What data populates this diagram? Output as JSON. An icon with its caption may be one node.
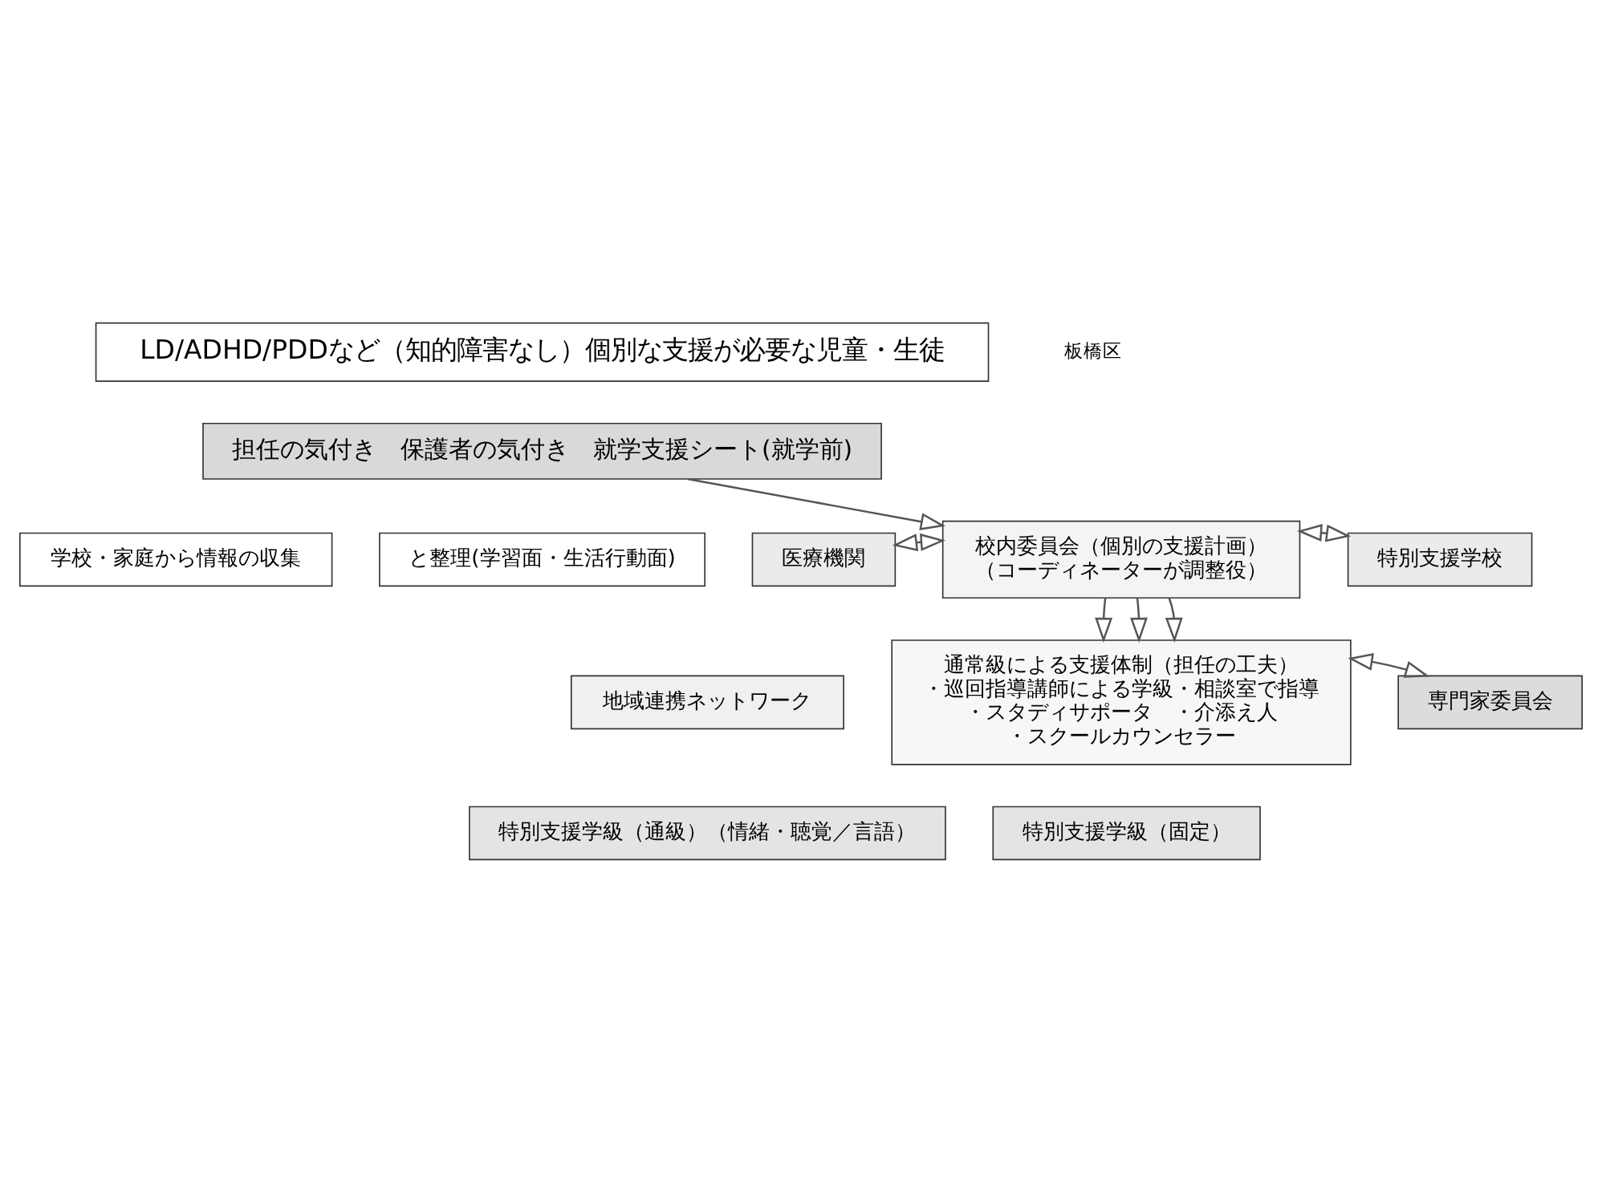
{
  "diagram": {
    "nodes": [
      {
        "text": [
          "LD/ADHD/PDDなど（知的障害なし）個別な支援が必要な児童・生徒"
        ],
        "beside": [
          "板橋区"
        ]
      },
      {
        "text": [
          "担任の気付き　保護者の気付き　就学支援シート(就学前)"
        ]
      },
      {
        "text": [
          "学校・家庭から情報の収集"
        ]
      },
      {
        "text": [
          "と整理(学習面・生活行動面)"
        ]
      },
      {
        "text": [
          "校内委員会（個別の支援計画）",
          "（コーディネーターが調整役）"
        ]
      },
      {
        "text": [
          "医療機関"
        ]
      },
      {
        "text": [
          "特別支援学校"
        ]
      },
      {
        "text": [
          "地域連携ネットワーク"
        ]
      },
      {
        "text": [
          "通常級による支援体制（担任の工夫）",
          "・巡回指導講師による学級・相談室で指導",
          "・スタディサポータ　・介添え人",
          "・スクールカウンセラー"
        ]
      },
      {
        "text": [
          "専門家委員会"
        ]
      },
      {
        "text": [
          "特別支援学級（通級）（情緒・聴覚／言語）"
        ]
      },
      {
        "text": [
          "特別支援学級（固定）"
        ]
      }
    ],
    "edges": [
      {
        "from": 1,
        "to": 4,
        "arrow": "to"
      },
      {
        "from": 5,
        "to": 4,
        "arrow": "both"
      },
      {
        "from": 4,
        "to": 6,
        "arrow": "both"
      },
      {
        "from": 4,
        "to": 8,
        "arrow": "to"
      },
      {
        "from": 4,
        "to": 8,
        "arrow": "to"
      },
      {
        "from": 4,
        "to": 8,
        "arrow": "to"
      },
      {
        "from": 8,
        "to": 9,
        "arrow": "both"
      }
    ]
  }
}
